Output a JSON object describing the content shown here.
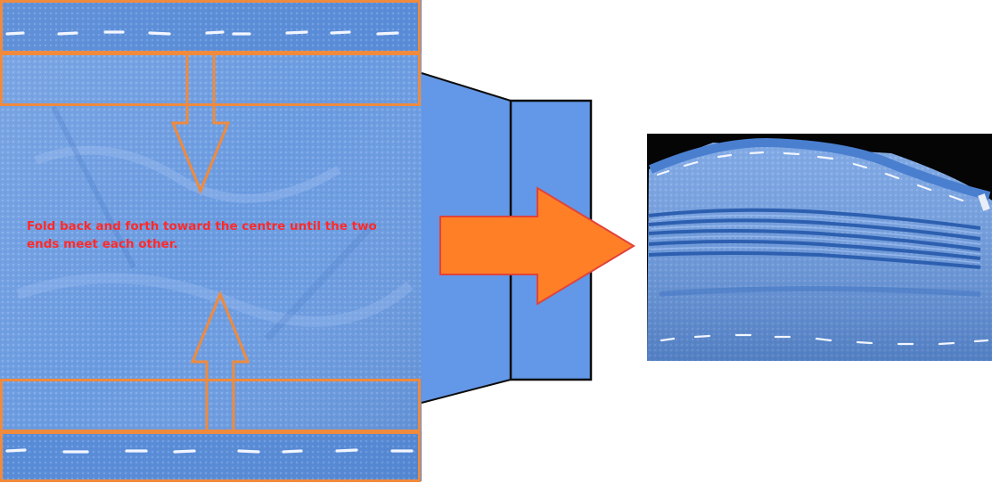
{
  "instruction_text": "Fold back and forth toward the centre until the two ends meet each other.",
  "colors": {
    "fabric_blue": "#5c8fd8",
    "fabric_blue_light": "#7aa6e6",
    "outline_orange": "#f08a3c",
    "arrow_orange": "#ff7f27",
    "arrow_border": "#e0433a",
    "panel_blue": "#6397e7",
    "panel_border": "#0d0d0d",
    "text_red": "#ff2a2a",
    "photo_background": "#050505",
    "stitch_white": "#f3f6ff"
  },
  "icons": {
    "top_arrow": "arrow-down-outline",
    "bottom_arrow": "arrow-up-outline",
    "process_arrow": "arrow-right-filled"
  }
}
